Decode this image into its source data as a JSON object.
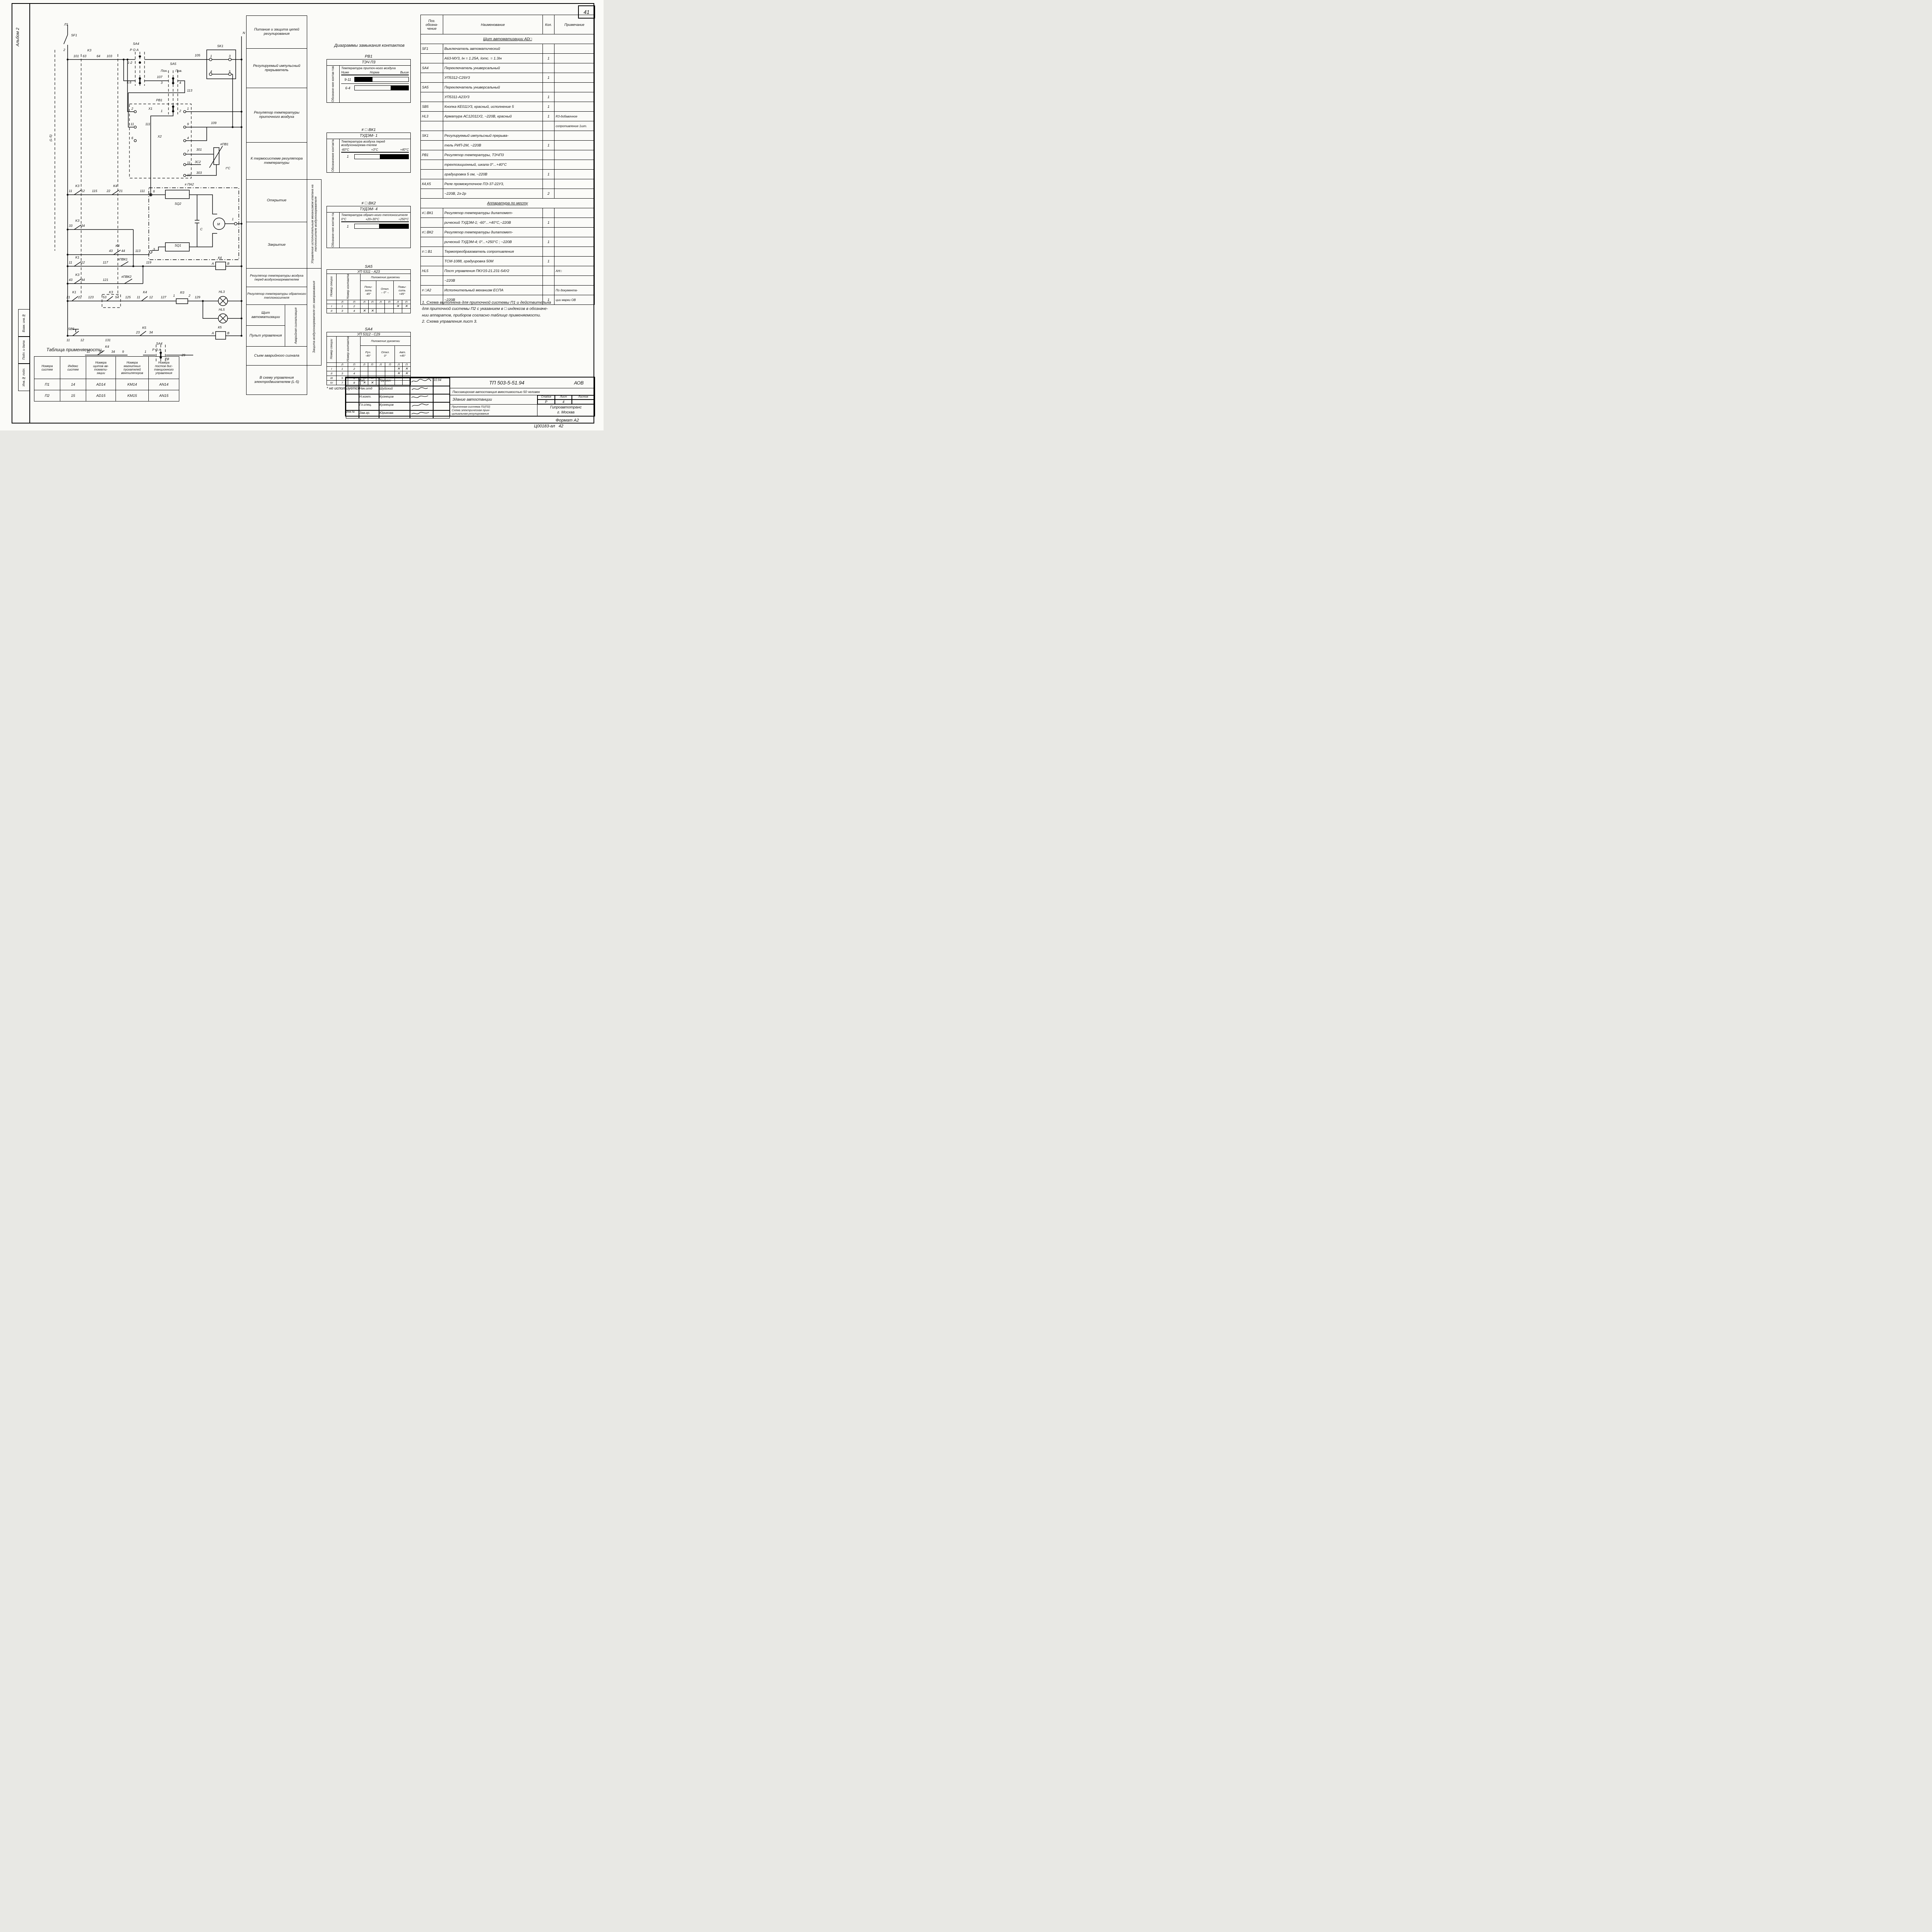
{
  "page": {
    "number": "41",
    "format_label": "Формат А2",
    "handwritten_doc": "Ц00183-ал",
    "handwritten_sheet": "42",
    "album": "Альбом 2",
    "inv_note": "Инв.№"
  },
  "side_stamps": [
    "Взам. инв.№",
    "Подп. и дата",
    "Инв.№ подл."
  ],
  "zones": {
    "z1": "Питание и защита цепей регулирования",
    "z2": "Регулируемый импульсный прерыватель",
    "z3": "Регулятор температуры приточного воздуха",
    "z4": "К термосистеме регулятора температуры",
    "z5": "Открытие",
    "z6": "Закрытие",
    "strip1": "Управление исполнительным механизмом клапана на теплоносителе воздухонагревателя",
    "z7": "Регулятор температуры воздуха перед воздухонагревателем",
    "z8": "Регулятор температуры обратного теплоносителя",
    "z9": "Щит автоматизации",
    "z10": "Пульт управления",
    "avar": "Аварийная сигнализация",
    "strip2": "Защита воздухонагревателя от замораживания",
    "z11": "Съем аварийного сигнала",
    "z12": "В схему управления электродвигателем (L-5)"
  },
  "diagrams": {
    "title": "Диаграммы замыкания контактов",
    "pb1": {
      "name": "РВ1",
      "device": "ТЭЧ П3",
      "side": "Обозначе-ние контак-тов",
      "desc": "Температура приточ-ного воздуха",
      "scale": [
        "Ниже",
        "Норма",
        "Выше"
      ],
      "rows": [
        {
          "label": "9-11",
          "seg": [
            {
              "w": 33,
              "f": 1
            },
            {
              "w": 34,
              "f": 0
            },
            {
              "w": 33,
              "f": 0
            }
          ]
        },
        {
          "label": "6-4",
          "seg": [
            {
              "w": 33,
              "f": 0
            },
            {
              "w": 34,
              "f": 0
            },
            {
              "w": 33,
              "f": 1
            }
          ]
        }
      ]
    },
    "bk1": {
      "name": "≠ □ ВК1",
      "device": "ТУДЭМ- 1",
      "side": "Обозначение контакта",
      "desc": "Температура воздуха перед воздухонагрева-телем",
      "scale": [
        "-60°С",
        "+3°С",
        "+40°С"
      ],
      "rows": [
        {
          "label": "1",
          "seg": [
            {
              "w": 47,
              "f": 0
            },
            {
              "w": 53,
              "f": 1
            }
          ]
        }
      ]
    },
    "bk2": {
      "name": "≠ □ ВК2",
      "device": "ТУДЭМ- 4",
      "side": "Обозначе-ние контак-та",
      "desc": "Температура обрат-ного теплоносителя",
      "scale": [
        "0°С",
        "+20÷30°С",
        "÷250°С"
      ],
      "rows": [
        {
          "label": "1",
          "seg": [
            {
              "w": 45,
              "f": 0
            },
            {
              "w": 55,
              "f": 1
            }
          ]
        }
      ]
    },
    "footnote": "* не используется"
  },
  "sa5": {
    "name": "SA5",
    "device": "УП 5311 - А23",
    "h_sec": "Номер секции",
    "h_cont": "Номер контакта",
    "h_pos": "Положение рукоятки",
    "p1": "Пони-\nзить\n-45°",
    "p2": "Откл.\n←0°→",
    "p3": "Повы-\nсить\n+45°",
    "lp": [
      "Л",
      "П"
    ],
    "rows": [
      {
        "sec": "I",
        "l": "1",
        "p": "2",
        "marks": [
          0,
          0,
          0,
          0,
          1,
          1
        ]
      },
      {
        "sec": "II",
        "l": "3",
        "p": "4",
        "marks": [
          1,
          1,
          0,
          0,
          0,
          0
        ]
      }
    ]
  },
  "sa4": {
    "name": "SA4",
    "device": "УП 5312 - С29",
    "h_sec": "Номер секции",
    "h_cont": "Номер контакта",
    "h_pos": "Положение рукоятки",
    "p1": "Руч.\n-45°",
    "p2": "Откл.\n0°",
    "p3": "Авт.\n+45°",
    "lp": [
      "Л",
      "П"
    ],
    "rows": [
      {
        "sec": "I",
        "l": "1",
        "p": "2",
        "marks": [
          0,
          0,
          0,
          0,
          1,
          1
        ]
      },
      {
        "sec": "II",
        "l": "3",
        "p": "4",
        "marks": [
          0,
          0,
          0,
          0,
          1,
          1
        ]
      },
      {
        "sec": "III",
        "l": "5",
        "p": "6",
        "marks": [
          1,
          1,
          0,
          0,
          0,
          0
        ]
      },
      {
        "sec": "IV",
        "l": "7",
        "p": "8",
        "marks": [
          1,
          1,
          0,
          0,
          0,
          0
        ]
      }
    ]
  },
  "component_table": {
    "h_pos": "Поз.\nобозна-\nчение",
    "h_name": "Наименование",
    "h_qty": "Кол.",
    "h_note": "Примечание",
    "rows": [
      {
        "section": "Щит автоматизации AD□"
      },
      {
        "pos": "SF1",
        "name": "Выключатель автоматический",
        "qty": "",
        "note": ""
      },
      {
        "pos": "",
        "name": "А63-МУ3, Iн = 1.25А, Iотс. = 1.3Iн",
        "qty": "1",
        "note": ""
      },
      {
        "pos": "SA4",
        "name": "Переключатель универсальный",
        "qty": "",
        "note": ""
      },
      {
        "pos": "",
        "name": "УП5312-С29У3",
        "qty": "1",
        "note": ""
      },
      {
        "pos": "SA5",
        "name": "Переключатель универсальный",
        "qty": "",
        "note": ""
      },
      {
        "pos": "",
        "name": "УП5311-А23У3",
        "qty": "1",
        "note": ""
      },
      {
        "pos": "SB5",
        "name": "Кнопка КЕ011У3, красный, исполнение 5",
        "qty": "1",
        "note": ""
      },
      {
        "pos": "HL3",
        "name": "Арматура АС12011У2, ~220В, красный",
        "qty": "1",
        "note": "R3-добавочное"
      },
      {
        "pos": "",
        "name": "",
        "qty": "",
        "note": "сопротивление 1шт."
      },
      {
        "pos": "SK1",
        "name": "Регулируемый импульсный прерыва-",
        "qty": "",
        "note": ""
      },
      {
        "pos": "",
        "name": "тель РИП-2М, ~220В",
        "qty": "1",
        "note": ""
      },
      {
        "pos": "РВ1",
        "name": "Регулятор температуры, ТЭЧП3",
        "qty": "",
        "note": ""
      },
      {
        "pos": "",
        "name": "трехпозиционный, шкала 0°...+40°С",
        "qty": "",
        "note": ""
      },
      {
        "pos": "",
        "name": "градуировка 5 ом, ~220В",
        "qty": "1",
        "note": ""
      },
      {
        "pos": "К4,К5",
        "name": "Реле промежуточное ПЭ-37-22У3,",
        "qty": "",
        "note": ""
      },
      {
        "pos": "",
        "name": "~220В, 2з-2р",
        "qty": "2",
        "note": ""
      },
      {
        "section": "Аппаратура по месту"
      },
      {
        "pos": "≠□ ВК1",
        "name": "Регулятор температуры дилатомет-",
        "qty": "",
        "note": ""
      },
      {
        "pos": "",
        "name": "рический ТУДЭМ-1; -60°...+40°С,~220В",
        "qty": "1",
        "note": ""
      },
      {
        "pos": "≠□ ВК2",
        "name": "Регулятор температуры дилатомет-",
        "qty": "",
        "note": ""
      },
      {
        "pos": "",
        "name": "рический ТУДЭМ-4; 0°...+250°С ; ~220В",
        "qty": "1",
        "note": ""
      },
      {
        "pos": "≠ □ В1",
        "name": "Термопреобразователь сопротивления",
        "qty": "",
        "note": ""
      },
      {
        "pos": "",
        "name": "ТСМ-1088, градуировка 50М",
        "qty": "1",
        "note": ""
      },
      {
        "pos": "HL5",
        "name": "Пост управления ПКУ15-21.231-54У2",
        "qty": "",
        "note": "АН□"
      },
      {
        "pos": "",
        "name": "~220В",
        "qty": "",
        "note": ""
      },
      {
        "pos": "≠ □А2",
        "name": "Исполнительный механизм ЕСПА",
        "qty": "",
        "note": "По документа-"
      },
      {
        "pos": "",
        "name": "~220В",
        "qty": "1",
        "note": "ции марки ОВ"
      }
    ]
  },
  "notes": [
    "1. Схема выполнена для приточной системы П1 и действительна",
    "для приточной системы П2   с указанием в □ индексов в обозначе-",
    "нии аппаратов, приборов согласно таблице применяемости.",
    "2. Схема управления лист 3."
  ],
  "applicability": {
    "title": "Таблица применяемости",
    "headers": [
      "Номера\nсистем",
      "Индекс\nсистем",
      "Номера\nщитов ав-\nтомати-\nзации",
      "Номера\nмагнитных\nпускателей\nвентиляторов",
      "Номера\nпостов дис-\nтанционного\nуправления"
    ],
    "rows": [
      [
        "П1",
        "14",
        "AD14",
        "KM14",
        "AN14"
      ],
      [
        "П2",
        "15",
        "AD15",
        "KM15",
        "AN15"
      ]
    ]
  },
  "title_block": {
    "binding_label": "Привязан:",
    "doc_number": "ТП 503-5-51.94",
    "code": "АОВ",
    "project": "Пассажирская автостанция вместимостью 50 человек",
    "roles": [
      [
        "Гип",
        "Трушин"
      ],
      [
        "Нач.отд",
        "Шуйский"
      ],
      [
        "Н.конт.",
        "Кузнецов"
      ],
      [
        "Гл.спец.",
        "Кузнецов"
      ],
      [
        "Зав.гр.",
        "Юрикова"
      ]
    ],
    "date": "10.94",
    "object": "Здание автостанции",
    "stage_label": "Стадия",
    "sheet_label": "Лист",
    "sheets_label": "Листов",
    "stage": "Р",
    "sheet": "4",
    "sheets": "",
    "subtitle1": "Приточная система П1(П2)",
    "subtitle2": "Схема электрическая прин-",
    "subtitle3": "ципиальная регулирования",
    "org": "Гипроавтотранс",
    "org_city": "г. Москва"
  },
  "schematic": {
    "labels": [
      [
        86,
        32,
        "Л1"
      ],
      [
        84,
        98,
        "2"
      ],
      [
        104,
        60,
        "SF1"
      ],
      [
        110,
        114,
        "101"
      ],
      [
        146,
        99,
        "K3"
      ],
      [
        134,
        114,
        "63"
      ],
      [
        170,
        114,
        "64"
      ],
      [
        196,
        114,
        "103"
      ],
      [
        264,
        82,
        "SA4"
      ],
      [
        256,
        98,
        "Р О А"
      ],
      [
        250,
        131,
        "1-2"
      ],
      [
        248,
        182,
        "5,6"
      ],
      [
        424,
        112,
        "105"
      ],
      [
        360,
        134,
        "SA5"
      ],
      [
        336,
        152,
        "Пон."
      ],
      [
        374,
        152,
        "Пов."
      ],
      [
        326,
        168,
        "107"
      ],
      [
        336,
        183,
        "3"
      ],
      [
        384,
        183,
        "4"
      ],
      [
        336,
        256,
        "1"
      ],
      [
        384,
        256,
        "2"
      ],
      [
        404,
        203,
        "113"
      ],
      [
        296,
        290,
        "111"
      ],
      [
        482,
        88,
        "SK1"
      ],
      [
        464,
        114,
        "1"
      ],
      [
        512,
        114,
        "3"
      ],
      [
        464,
        154,
        "4"
      ],
      [
        512,
        154,
        "5"
      ],
      [
        548,
        54,
        "N"
      ],
      [
        324,
        228,
        "РВ1"
      ],
      [
        304,
        250,
        "X1"
      ],
      [
        260,
        250,
        "2"
      ],
      [
        404,
        250,
        "1"
      ],
      [
        258,
        290,
        "11"
      ],
      [
        404,
        290,
        "9"
      ],
      [
        328,
        322,
        "X2"
      ],
      [
        260,
        326,
        "6"
      ],
      [
        404,
        326,
        "4"
      ],
      [
        404,
        360,
        "7"
      ],
      [
        428,
        356,
        "301"
      ],
      [
        404,
        390,
        "11"
      ],
      [
        424,
        388,
        "3С2"
      ],
      [
        404,
        422,
        "10"
      ],
      [
        428,
        416,
        "303"
      ],
      [
        466,
        287,
        "109"
      ],
      [
        490,
        342,
        "≠ПВ1"
      ],
      [
        504,
        404,
        "t°С"
      ],
      [
        398,
        446,
        "≠ ПА2"
      ],
      [
        372,
        496,
        "SQ2"
      ],
      [
        372,
        604,
        "SQ1"
      ],
      [
        438,
        562,
        "C"
      ],
      [
        316,
        464,
        "6"
      ],
      [
        316,
        614,
        "3"
      ],
      [
        520,
        536,
        "1"
      ],
      [
        98,
        463,
        "11"
      ],
      [
        115,
        450,
        "K3"
      ],
      [
        130,
        463,
        "12"
      ],
      [
        158,
        463,
        "115"
      ],
      [
        196,
        463,
        "22"
      ],
      [
        213,
        450,
        "K4"
      ],
      [
        228,
        463,
        "21"
      ],
      [
        282,
        463,
        "111"
      ],
      [
        98,
        553,
        "33"
      ],
      [
        115,
        540,
        "K3"
      ],
      [
        130,
        553,
        "34"
      ],
      [
        202,
        618,
        "43"
      ],
      [
        219,
        605,
        "K4"
      ],
      [
        234,
        618,
        "44"
      ],
      [
        270,
        618,
        "113"
      ],
      [
        98,
        648,
        "11"
      ],
      [
        115,
        635,
        "K1"
      ],
      [
        130,
        648,
        "12"
      ],
      [
        186,
        648,
        "117"
      ],
      [
        224,
        640,
        "≠ПВК1"
      ],
      [
        298,
        648,
        "119"
      ],
      [
        484,
        636,
        "К4"
      ],
      [
        468,
        651,
        "A"
      ],
      [
        508,
        651,
        "B"
      ],
      [
        98,
        693,
        "43"
      ],
      [
        115,
        680,
        "K3"
      ],
      [
        130,
        693,
        "44"
      ],
      [
        186,
        693,
        "121"
      ],
      [
        234,
        685,
        "≠ПВК2"
      ],
      [
        92,
        738,
        "21"
      ],
      [
        107,
        725,
        "K1"
      ],
      [
        122,
        738,
        "22"
      ],
      [
        148,
        738,
        "123"
      ],
      [
        186,
        738,
        "53"
      ],
      [
        202,
        725,
        "K3"
      ],
      [
        218,
        738,
        "54"
      ],
      [
        244,
        738,
        "125"
      ],
      [
        274,
        738,
        "11"
      ],
      [
        290,
        725,
        "K4"
      ],
      [
        306,
        738,
        "12"
      ],
      [
        336,
        738,
        "127"
      ],
      [
        368,
        734,
        "1"
      ],
      [
        386,
        726,
        "R3"
      ],
      [
        408,
        734,
        "2"
      ],
      [
        424,
        738,
        "129"
      ],
      [
        486,
        724,
        "HL3"
      ],
      [
        486,
        770,
        "HL5"
      ],
      [
        96,
        820,
        "SB5"
      ],
      [
        92,
        849,
        "11"
      ],
      [
        128,
        849,
        "12"
      ],
      [
        192,
        849,
        "131"
      ],
      [
        272,
        829,
        "23"
      ],
      [
        288,
        817,
        "K5"
      ],
      [
        306,
        829,
        "34"
      ],
      [
        484,
        816,
        "К5"
      ],
      [
        468,
        831,
        "A"
      ],
      [
        508,
        831,
        "B"
      ],
      [
        144,
        879,
        "11"
      ],
      [
        176,
        879,
        "33"
      ],
      [
        192,
        866,
        "K4"
      ],
      [
        208,
        879,
        "34"
      ],
      [
        236,
        879,
        "9"
      ],
      [
        294,
        879,
        "1"
      ],
      [
        324,
        858,
        "SA4"
      ],
      [
        314,
        874,
        "Р О А"
      ],
      [
        346,
        898,
        "7|8"
      ],
      [
        390,
        888,
        "29"
      ],
      [
        54,
        332,
        "(L-5)",
        -90
      ],
      [
        482,
        549,
        "M"
      ]
    ]
  }
}
